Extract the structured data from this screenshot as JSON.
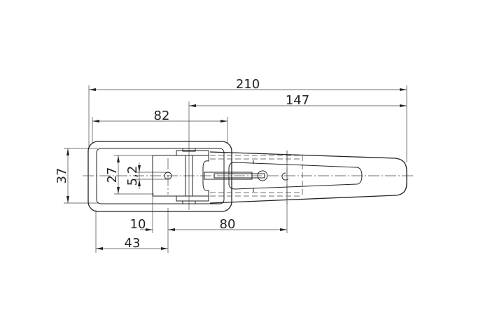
{
  "drawing": {
    "dimensions": {
      "overall_length": "210",
      "lever_length": "147",
      "bracket_length": "82",
      "bracket_height": "37",
      "mount_height": "27",
      "hole_diameter": "5,2",
      "hole_offset": "10",
      "hole_spacing": "80",
      "hinge_offset": "43"
    },
    "line_color": "#222222"
  }
}
